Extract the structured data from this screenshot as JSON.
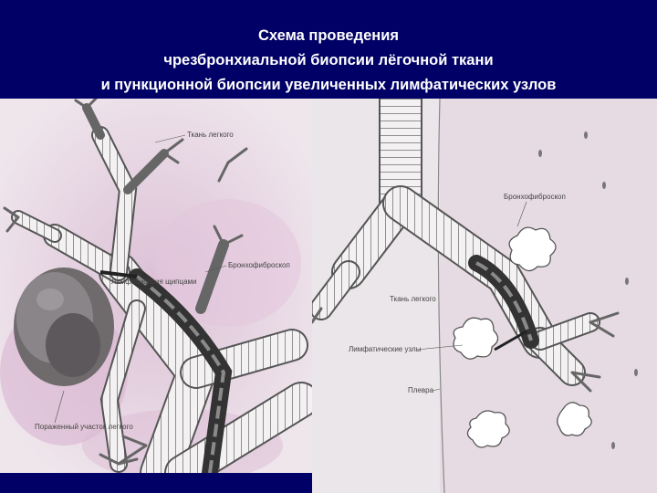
{
  "slide": {
    "title_lines": [
      "Схема проведения",
      "чрезбронхиальной биопсии лёгочной ткани",
      "и пункционной биопсии увеличенных лимфатических узлов"
    ],
    "background_color": "#000066"
  },
  "left_figure": {
    "labels": {
      "lung_tissue": "Ткань легкого",
      "bronchofiberscope": "Бронхофиброскоп",
      "biopsy_forceps": "Лимфобиопсия щипцами",
      "affected_area": "Пораженный участок легкого"
    }
  },
  "right_figure": {
    "labels": {
      "bronchofiberscope": "Бронхофиброскоп",
      "lung_tissue": "Ткань легкого",
      "lymph_nodes": "Лимфатические узлы",
      "pleura": "Плевра"
    }
  }
}
